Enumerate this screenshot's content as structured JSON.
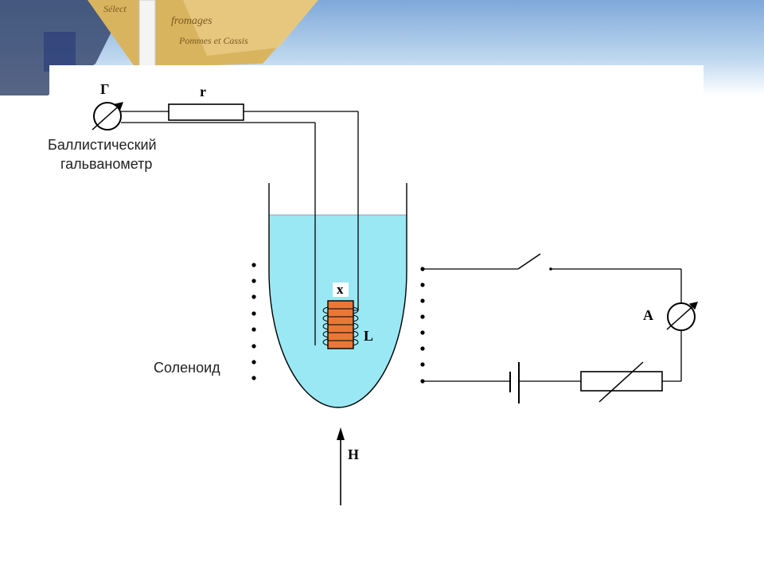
{
  "colors": {
    "liquid": "#99E8F3",
    "coil": "#E8783A",
    "wire": "#000000",
    "banner_sky": "#A9CBEA",
    "banner_paper": "#D9B45E"
  },
  "labels": {
    "galvanometer_symbol": "Г",
    "resistor_r": "r",
    "galvanometer_caption_line1": "Баллистический",
    "galvanometer_caption_line2": "гальванометр",
    "sample": "x",
    "coil": "L",
    "solenoid": "Соленоид",
    "ammeter": "А",
    "field": "H"
  }
}
